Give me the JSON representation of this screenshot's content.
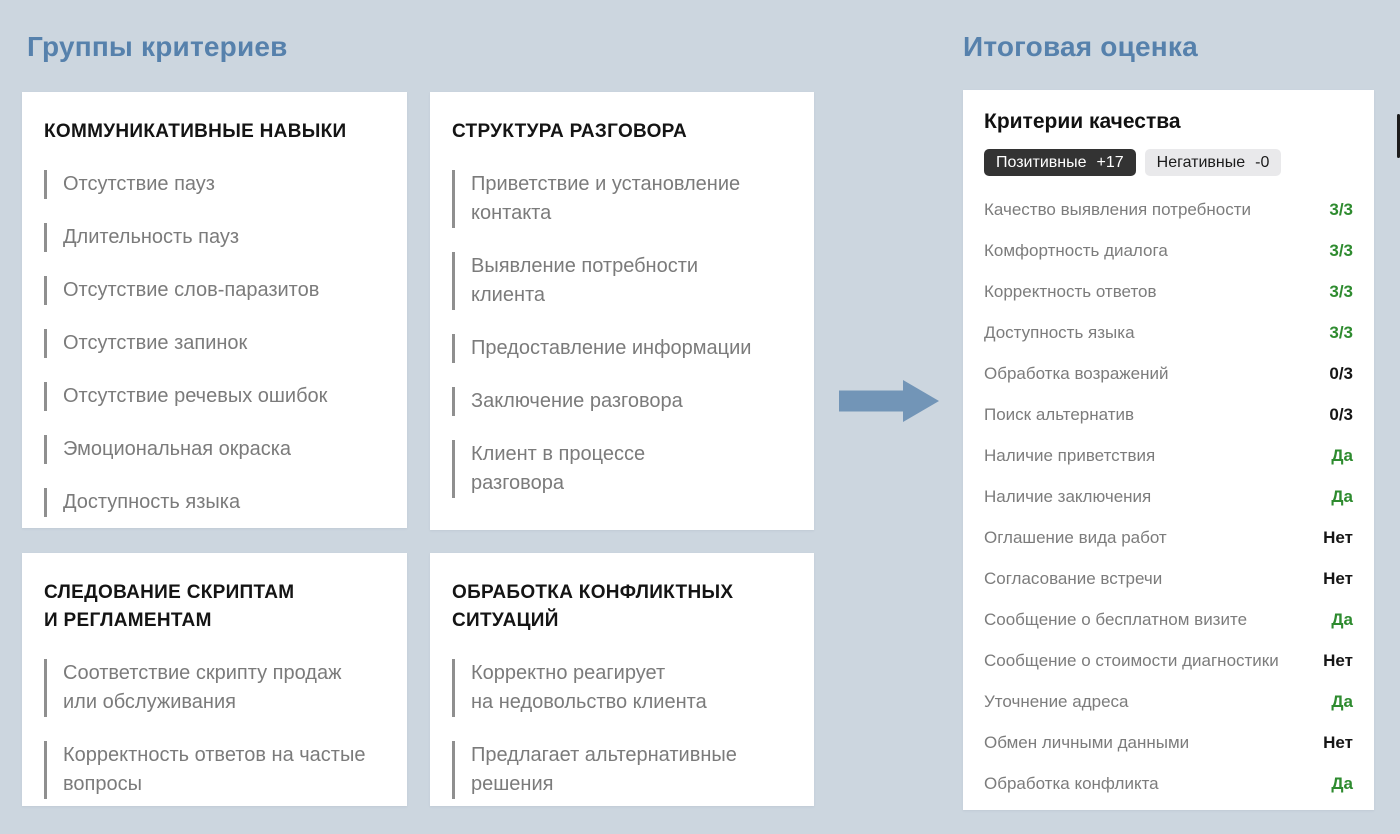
{
  "page": {
    "left_title": "Группы критериев",
    "right_title": "Итоговая оценка"
  },
  "colors": {
    "background": "#ccd6df",
    "section_title": "#5681ac",
    "arrow": "#7295b7",
    "positive_value": "#2e8b2f",
    "neutral_value": "#161616",
    "badge_dark_bg": "#333333",
    "badge_light_bg": "#e9e9eb",
    "item_text": "#7b7b7b"
  },
  "groups": [
    {
      "title": "КОММУНИКАТИВНЫЕ НАВЫКИ",
      "items": [
        "Отсутствие пауз",
        "Длительность пауз",
        "Отсутствие слов-паразитов",
        "Отсутствие запинок",
        "Отсутствие речевых ошибок",
        "Эмоциональная окраска",
        "Доступность языка"
      ]
    },
    {
      "title": "СТРУКТУРА РАЗГОВОРА",
      "items": [
        "Приветствие и установление\nконтакта",
        "Выявление потребности\nклиента",
        "Предоставление информации",
        "Заключение разговора",
        "Клиент в процессе\nразговора"
      ]
    },
    {
      "title": "СЛЕДОВАНИЕ СКРИПТАМ\nИ РЕГЛАМЕНТАМ",
      "items": [
        "Соответствие скрипту продаж\nили обслуживания",
        "Корректность ответов на частые\nвопросы"
      ]
    },
    {
      "title": "ОБРАБОТКА КОНФЛИКТНЫХ\nСИТУАЦИЙ",
      "items": [
        "Корректно реагирует\nна недовольство клиента",
        "Предлагает альтернативные\nрешения"
      ]
    }
  ],
  "summary": {
    "title": "Критерии качества",
    "badges": [
      {
        "label": "Позитивные",
        "value": "+17",
        "style": "dark"
      },
      {
        "label": "Негативные",
        "value": "-0",
        "style": "light"
      }
    ],
    "rows": [
      {
        "label": "Качество выявления потребности",
        "value": "3/3",
        "positive": true
      },
      {
        "label": "Комфортность диалога",
        "value": "3/3",
        "positive": true
      },
      {
        "label": "Корректность ответов",
        "value": "3/3",
        "positive": true
      },
      {
        "label": "Доступность языка",
        "value": "3/3",
        "positive": true
      },
      {
        "label": "Обработка возражений",
        "value": "0/3",
        "positive": false
      },
      {
        "label": "Поиск альтернатив",
        "value": "0/3",
        "positive": false
      },
      {
        "label": "Наличие приветствия",
        "value": "Да",
        "positive": true
      },
      {
        "label": "Наличие заключения",
        "value": "Да",
        "positive": true
      },
      {
        "label": "Оглашение вида работ",
        "value": "Нет",
        "positive": false
      },
      {
        "label": "Согласование встречи",
        "value": "Нет",
        "positive": false
      },
      {
        "label": "Сообщение о бесплатном визите",
        "value": "Да",
        "positive": true
      },
      {
        "label": "Сообщение о стоимости диагностики",
        "value": "Нет",
        "positive": false
      },
      {
        "label": "Уточнение адреса",
        "value": "Да",
        "positive": true
      },
      {
        "label": "Обмен личными данными",
        "value": "Нет",
        "positive": false
      },
      {
        "label": "Обработка конфликта",
        "value": "Да",
        "positive": true
      }
    ]
  },
  "icons": {
    "arrow": "right-arrow-icon"
  }
}
